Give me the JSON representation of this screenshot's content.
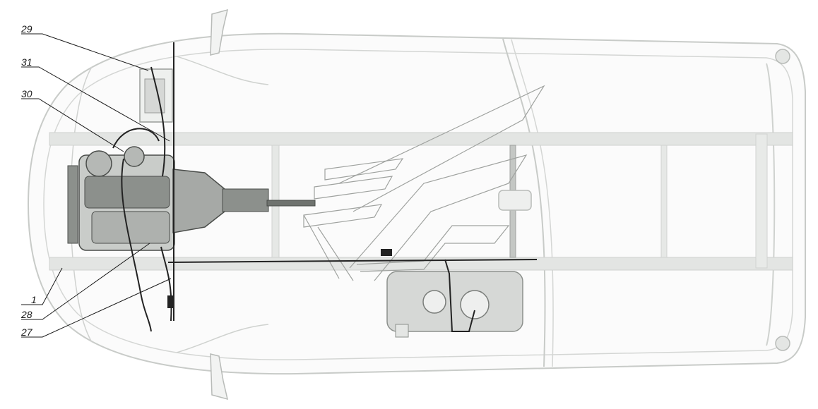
{
  "colors": {
    "background": "#ffffff",
    "body_outline": "#c8cbc8",
    "body_fill": "#fbfbfb",
    "frame": "#dcdedc",
    "engine_dark": "#4a4d4a",
    "engine_mid": "#8c908c",
    "engine_light": "#c9ccc9",
    "tank": "#d6d8d6",
    "wiring": "#222222",
    "leader": "#1a1a1a"
  },
  "callouts": [
    {
      "id": "29",
      "label": "29"
    },
    {
      "id": "31",
      "label": "31"
    },
    {
      "id": "30",
      "label": "30"
    },
    {
      "id": "1",
      "label": "1"
    },
    {
      "id": "28",
      "label": "28"
    },
    {
      "id": "27",
      "label": "27"
    }
  ]
}
